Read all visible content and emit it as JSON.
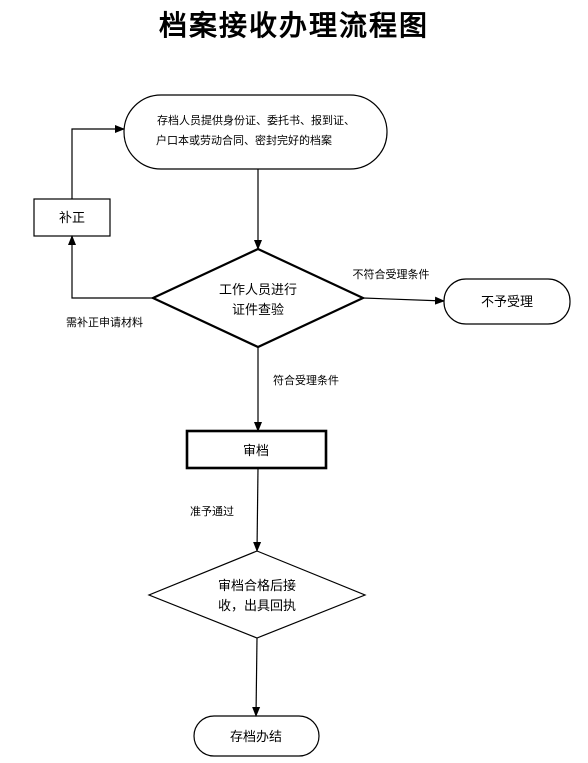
{
  "title": "档案接收办理流程图",
  "nodes": {
    "start_line1": "存档人员提供身份证、委托书、报到证、",
    "start_line2": "户口本或劳动合同、密封完好的档案",
    "supplement": "补正",
    "check_line1": "工作人员进行",
    "check_line2": "证件查验",
    "reject": "不予受理",
    "review": "审档",
    "accept_line1": "审档合格后接",
    "accept_line2": "收，出具回执",
    "end": "存档办结"
  },
  "edges": {
    "not_qualified": "不符合受理条件",
    "need_supplement": "需补正申请材料",
    "qualified": "符合受理条件",
    "approved": "准予通过"
  }
}
